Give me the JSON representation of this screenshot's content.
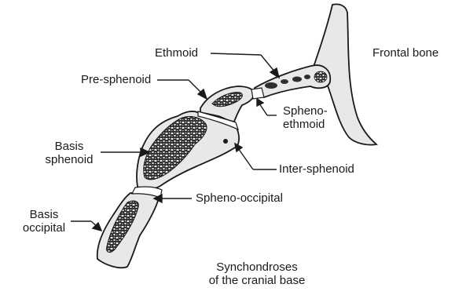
{
  "labels": {
    "ethmoid": "Ethmoid",
    "frontal_bone": "Frontal bone",
    "pre_sphenoid": "Pre-sphenoid",
    "spheno_ethmoid": [
      "Spheno-",
      "ethmoid"
    ],
    "basis_sphenoid": [
      "Basis",
      "sphenoid"
    ],
    "inter_sphenoid": "Inter-sphenoid",
    "spheno_occipital": "Spheno-occipital",
    "basis_occipital": [
      "Basis",
      "occipital"
    ]
  },
  "caption": [
    "Synchondroses",
    "of the cranial base"
  ],
  "colors": {
    "bone": "#e8e8e8",
    "outline": "#1a1a1a",
    "marrow": "#3a3a3a",
    "cartilage": "#ffffff"
  }
}
